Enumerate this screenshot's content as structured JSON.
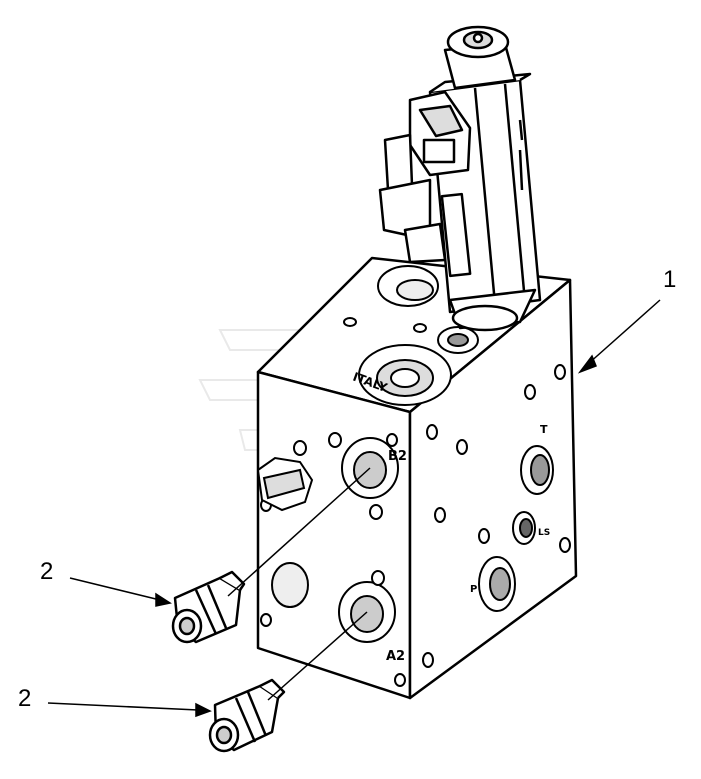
{
  "callouts": [
    {
      "id": "1",
      "label": "1"
    },
    {
      "id": "2a",
      "label": "2"
    },
    {
      "id": "2b",
      "label": "2"
    }
  ],
  "port_labels": {
    "b2": "B2",
    "a2": "A2",
    "t": "T",
    "p": "P",
    "la": "LS"
  },
  "body_marking": {
    "line1": "ITALY"
  },
  "watermark": {
    "text": "GE"
  }
}
